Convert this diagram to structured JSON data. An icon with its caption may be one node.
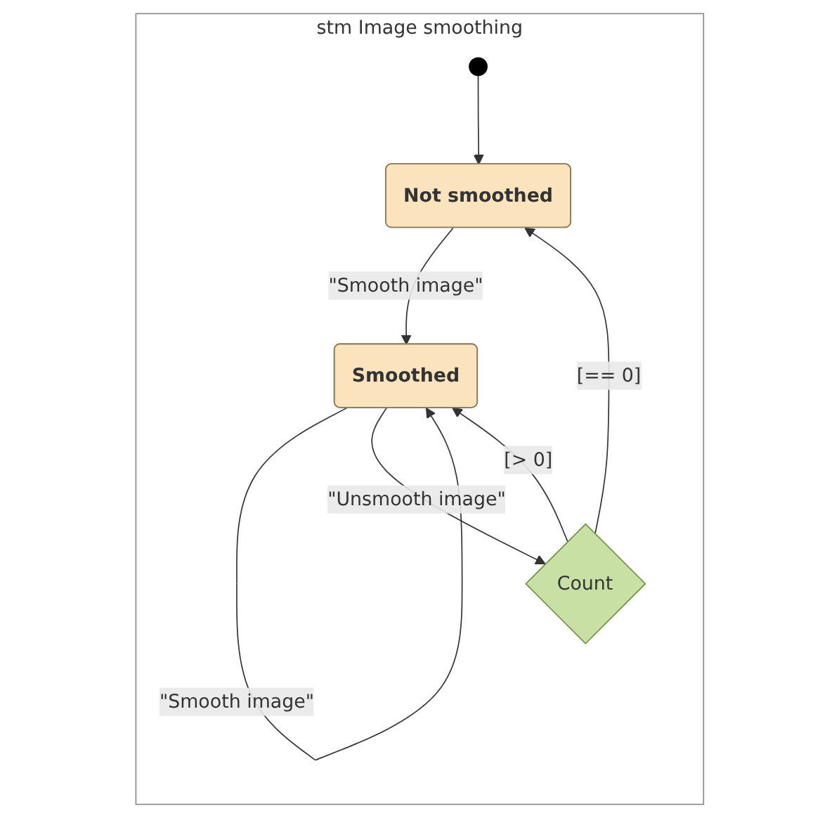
{
  "diagram": {
    "nodes": [
      {
        "text": [
          "stm Image smoothing"
        ]
      },
      {
        "text": [],
        "shape": "circle",
        "in": 0
      },
      {
        "text": [
          "Not smoothed"
        ],
        "in": 0
      },
      {
        "text": [
          "Smoothed"
        ],
        "in": 0
      },
      {
        "text": [
          "Count"
        ],
        "in": 0
      }
    ],
    "edges": [
      {
        "from": 1,
        "to": 2,
        "arrow": "to"
      },
      {
        "from": 2,
        "to": 3,
        "arrow": "to",
        "label": "\"Smooth image\""
      },
      {
        "from": 3,
        "to": 3,
        "arrow": "to",
        "label": "\"Smooth image\""
      },
      {
        "from": 3,
        "to": 4,
        "arrow": "to",
        "label": "\"Unsmooth image\""
      },
      {
        "from": 4,
        "to": 2,
        "arrow": "to",
        "label": "[== 0]"
      },
      {
        "from": 4,
        "to": 3,
        "arrow": "to",
        "label": "[> 0]"
      }
    ]
  }
}
